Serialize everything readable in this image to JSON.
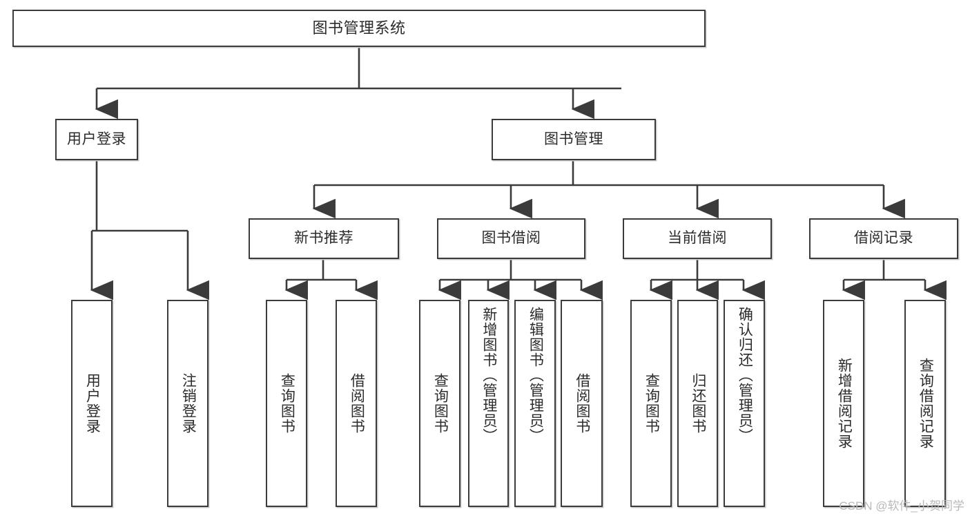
{
  "diagram": {
    "title": "图书管理系统",
    "type": "tree-hierarchy-chart",
    "colors": {
      "border": "#3b3b3b",
      "background": "#ffffff",
      "text": "#2b2b2b",
      "connector": "#3b3b3b",
      "watermark": "#b9b9b9"
    },
    "watermark": "CSDN @软件_小贺同学"
  },
  "nodes": {
    "root": {
      "label": "图书管理系统"
    },
    "level2": [
      {
        "id": "user-login",
        "label": "用户登录"
      },
      {
        "id": "book-management",
        "label": "图书管理"
      }
    ],
    "level3": [
      {
        "id": "new-book-recommend",
        "label": "新书推荐"
      },
      {
        "id": "book-borrow",
        "label": "图书借阅"
      },
      {
        "id": "current-borrow",
        "label": "当前借阅"
      },
      {
        "id": "borrow-record",
        "label": "借阅记录"
      }
    ],
    "leaves": {
      "user_login": [
        {
          "id": "leaf-user-login",
          "label": "用户登录"
        },
        {
          "id": "leaf-logout-login",
          "label": "注销登录"
        }
      ],
      "new_book_recommend": [
        {
          "id": "leaf-query-book-1",
          "label": "查询图书"
        },
        {
          "id": "leaf-borrow-book-1",
          "label": "借阅图书"
        }
      ],
      "book_borrow": [
        {
          "id": "leaf-query-book-2",
          "label": "查询图书"
        },
        {
          "id": "leaf-add-book",
          "label": "新增图书（管理员）"
        },
        {
          "id": "leaf-edit-book",
          "label": "编辑图书（管理员）"
        },
        {
          "id": "leaf-borrow-book-2",
          "label": "借阅图书"
        }
      ],
      "current_borrow": [
        {
          "id": "leaf-query-book-3",
          "label": "查询图书"
        },
        {
          "id": "leaf-return-book",
          "label": "归还图书"
        },
        {
          "id": "leaf-confirm-return",
          "label": "确认归还（管理员）"
        }
      ],
      "borrow_record": [
        {
          "id": "leaf-add-borrow-record",
          "label": "新增借阅记录"
        },
        {
          "id": "leaf-query-borrow-record",
          "label": "查询借阅记录"
        }
      ]
    }
  }
}
